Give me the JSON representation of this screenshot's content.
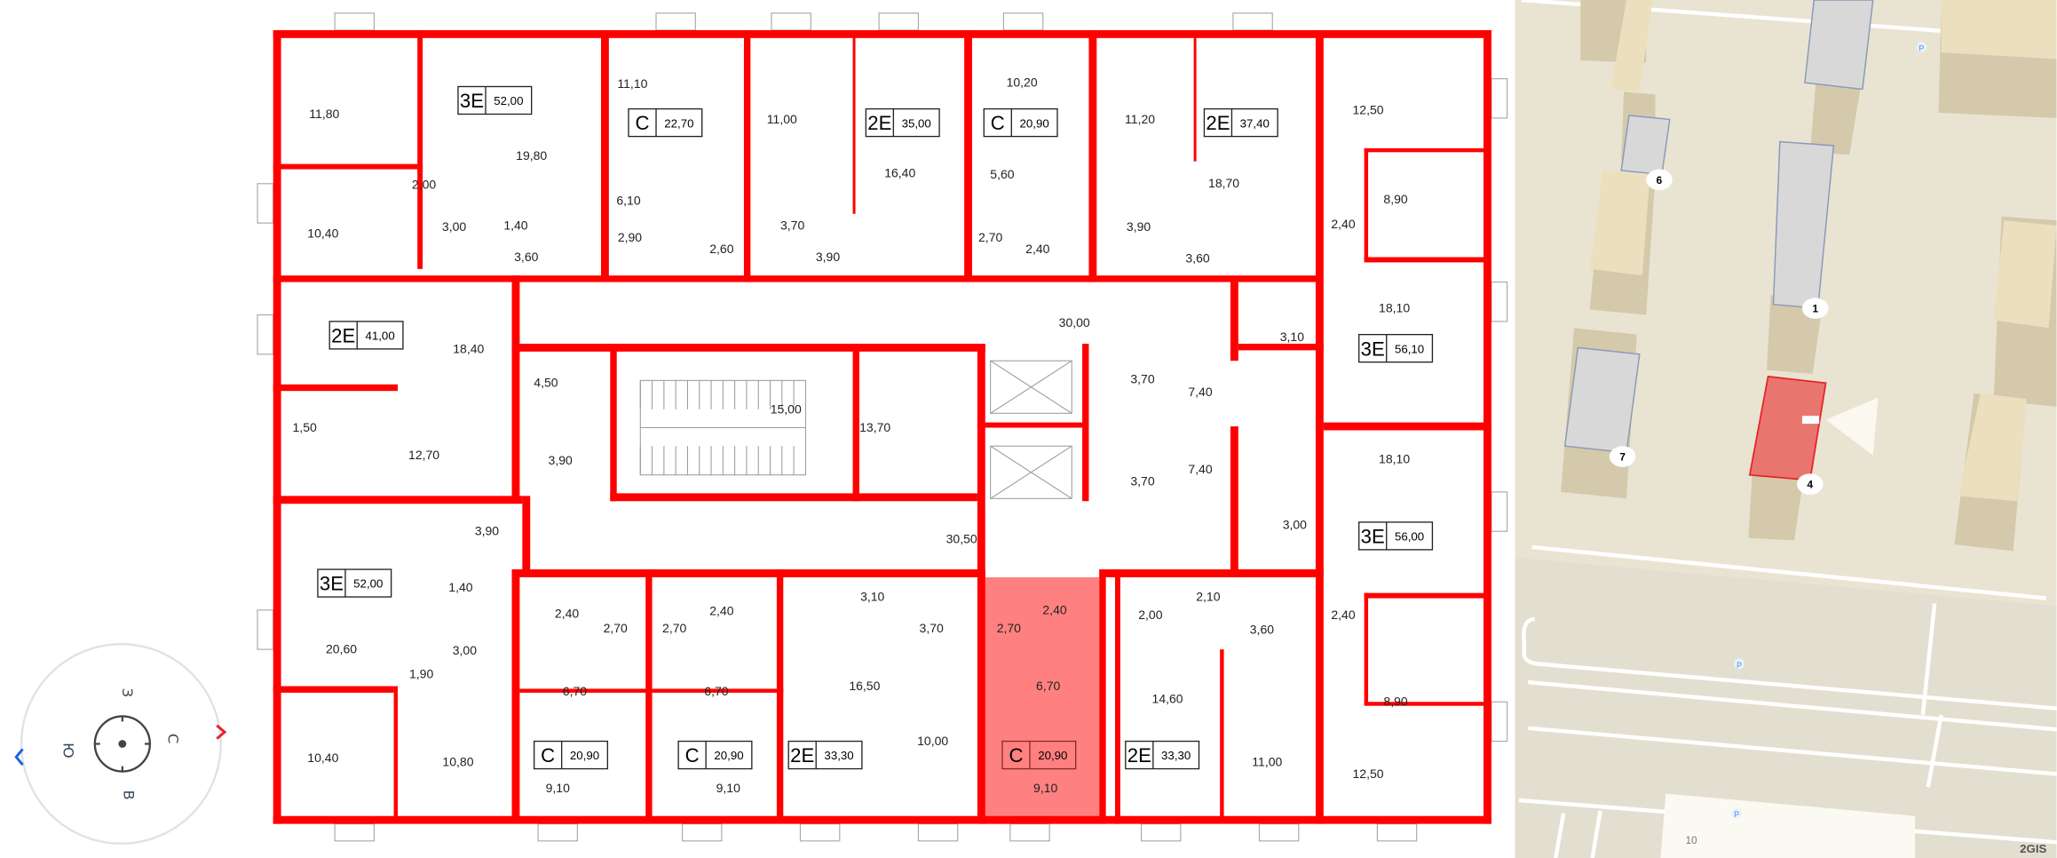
{
  "compass": {
    "labels": {
      "west": "З",
      "north": "С",
      "east": "В",
      "south": "Ю"
    },
    "prev_color": "#1a66e0",
    "next_color": "#e8222a"
  },
  "plan": {
    "wall_color": "#ff0000",
    "selected_fill": "#ff8080",
    "apartments": [
      {
        "type": "3E",
        "area": "52,00"
      },
      {
        "type": "C",
        "area": "22,70"
      },
      {
        "type": "2E",
        "area": "35,00"
      },
      {
        "type": "C",
        "area": "20,90"
      },
      {
        "type": "2E",
        "area": "37,40"
      },
      {
        "type": "3E",
        "area": "56,10"
      },
      {
        "type": "2E",
        "area": "41,00"
      },
      {
        "type": "3E",
        "area": "56,00"
      },
      {
        "type": "3E",
        "area": "52,00"
      },
      {
        "type": "C",
        "area": "20,90"
      },
      {
        "type": "C",
        "area": "20,90"
      },
      {
        "type": "2E",
        "area": "33,30"
      },
      {
        "type": "C",
        "area": "20,90",
        "selected": true
      },
      {
        "type": "2E",
        "area": "33,30"
      }
    ],
    "rooms": [
      "11,80",
      "10,40",
      "19,80",
      "2,00",
      "3,00",
      "1,40",
      "3,60",
      "11,10",
      "6,10",
      "2,90",
      "2,60",
      "11,00",
      "3,70",
      "3,90",
      "16,40",
      "10,20",
      "5,60",
      "2,70",
      "2,40",
      "11,20",
      "3,90",
      "3,60",
      "18,70",
      "12,50",
      "8,90",
      "2,40",
      "18,10",
      "30,00",
      "3,10",
      "3,70",
      "7,40",
      "7,40",
      "3,70",
      "3,00",
      "18,10",
      "18,40",
      "4,50",
      "1,50",
      "12,70",
      "3,90",
      "15,00",
      "13,70",
      "3,90",
      "30,50",
      "1,40",
      "20,60",
      "3,00",
      "1,90",
      "10,40",
      "10,80",
      "2,40",
      "2,70",
      "6,70",
      "9,10",
      "2,40",
      "2,70",
      "6,70",
      "9,10",
      "3,10",
      "3,70",
      "16,50",
      "10,00",
      "2,40",
      "2,70",
      "6,70",
      "9,10",
      "2,00",
      "2,10",
      "3,60",
      "14,60",
      "11,00",
      "2,40",
      "8,90",
      "12,50"
    ]
  },
  "map": {
    "ground_color": "#e9e4d2",
    "building_labels": [
      "6",
      "1",
      "7",
      "4"
    ],
    "selected_building": "4",
    "selected_color": "#e8766f",
    "parking_label": "P",
    "house_number": "10",
    "attribution": "2GIS"
  }
}
